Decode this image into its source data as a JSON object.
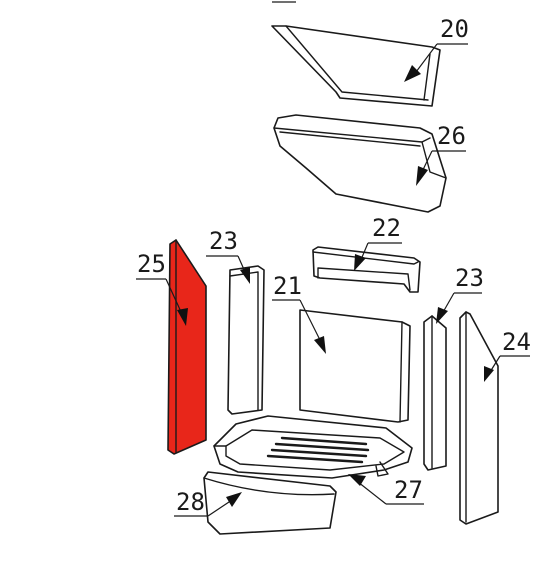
{
  "highlight_color": "#e8261a",
  "callouts": {
    "c20": "20",
    "c26": "26",
    "c22": "22",
    "c23_left": "23",
    "c23_right": "23",
    "c25": "25",
    "c21": "21",
    "c24": "24",
    "c27": "27",
    "c28": "28"
  },
  "highlighted_part": "25"
}
